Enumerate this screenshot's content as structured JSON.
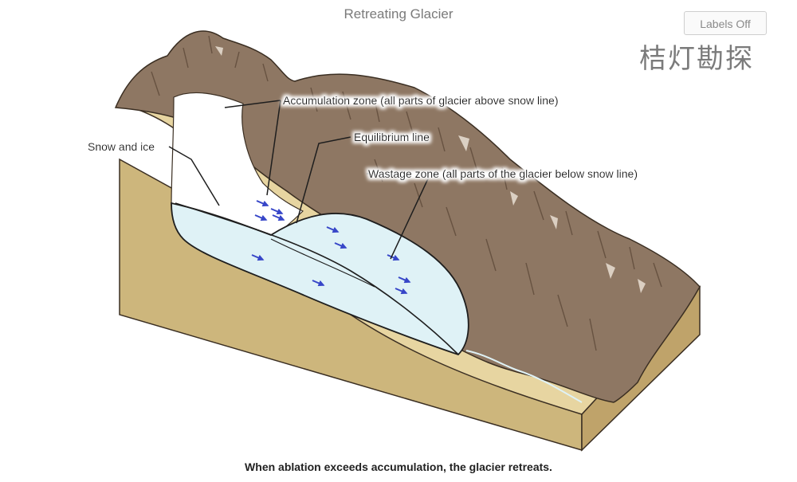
{
  "title": "Retreating Glacier",
  "labels_button": "Labels Off",
  "watermark": "桔灯勘探",
  "caption": "When ablation exceeds accumulation, the glacier retreats.",
  "labels": {
    "snow_ice": "Snow and ice",
    "accumulation": "Accumulation zone (all parts of glacier above snow line)",
    "equilibrium": "Equilibrium line",
    "wastage": "Wastage zone (all parts of the glacier below snow line)"
  },
  "colors": {
    "rock": "#8e7763",
    "rock_dark": "#6b5544",
    "soil": "#e7d5a1",
    "soil_side": "#cdb67c",
    "ice": "#dff2f6",
    "snow": "#ffffff",
    "arrow": "#3746c8"
  }
}
